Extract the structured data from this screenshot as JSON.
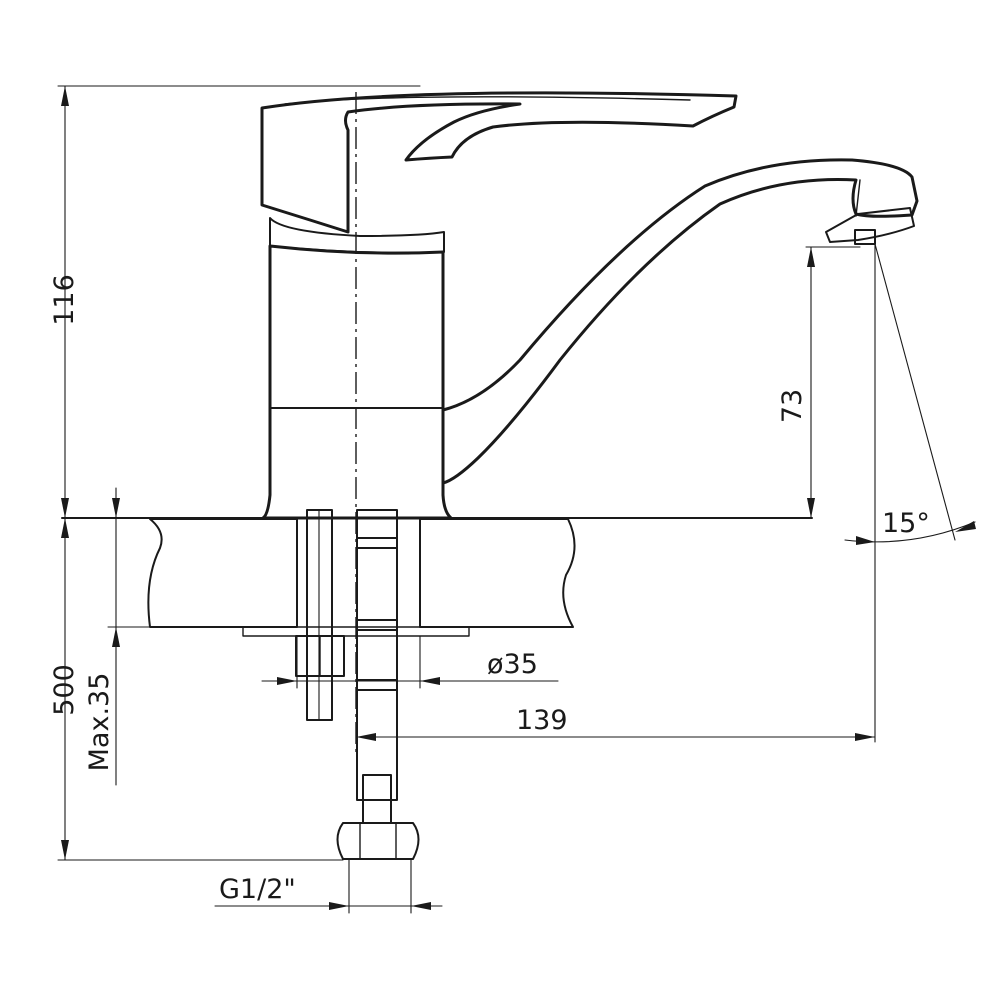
{
  "dimensions": {
    "total_height": "116",
    "spout_height": "73",
    "spout_angle": "15°",
    "hose_length": "500",
    "max_deck_thickness": "Max.35",
    "hole_diameter": "ø35",
    "spout_reach": "139",
    "connection_thread": "G1/2\""
  },
  "colors": {
    "line": "#1a1a1a",
    "background": "#ffffff"
  }
}
